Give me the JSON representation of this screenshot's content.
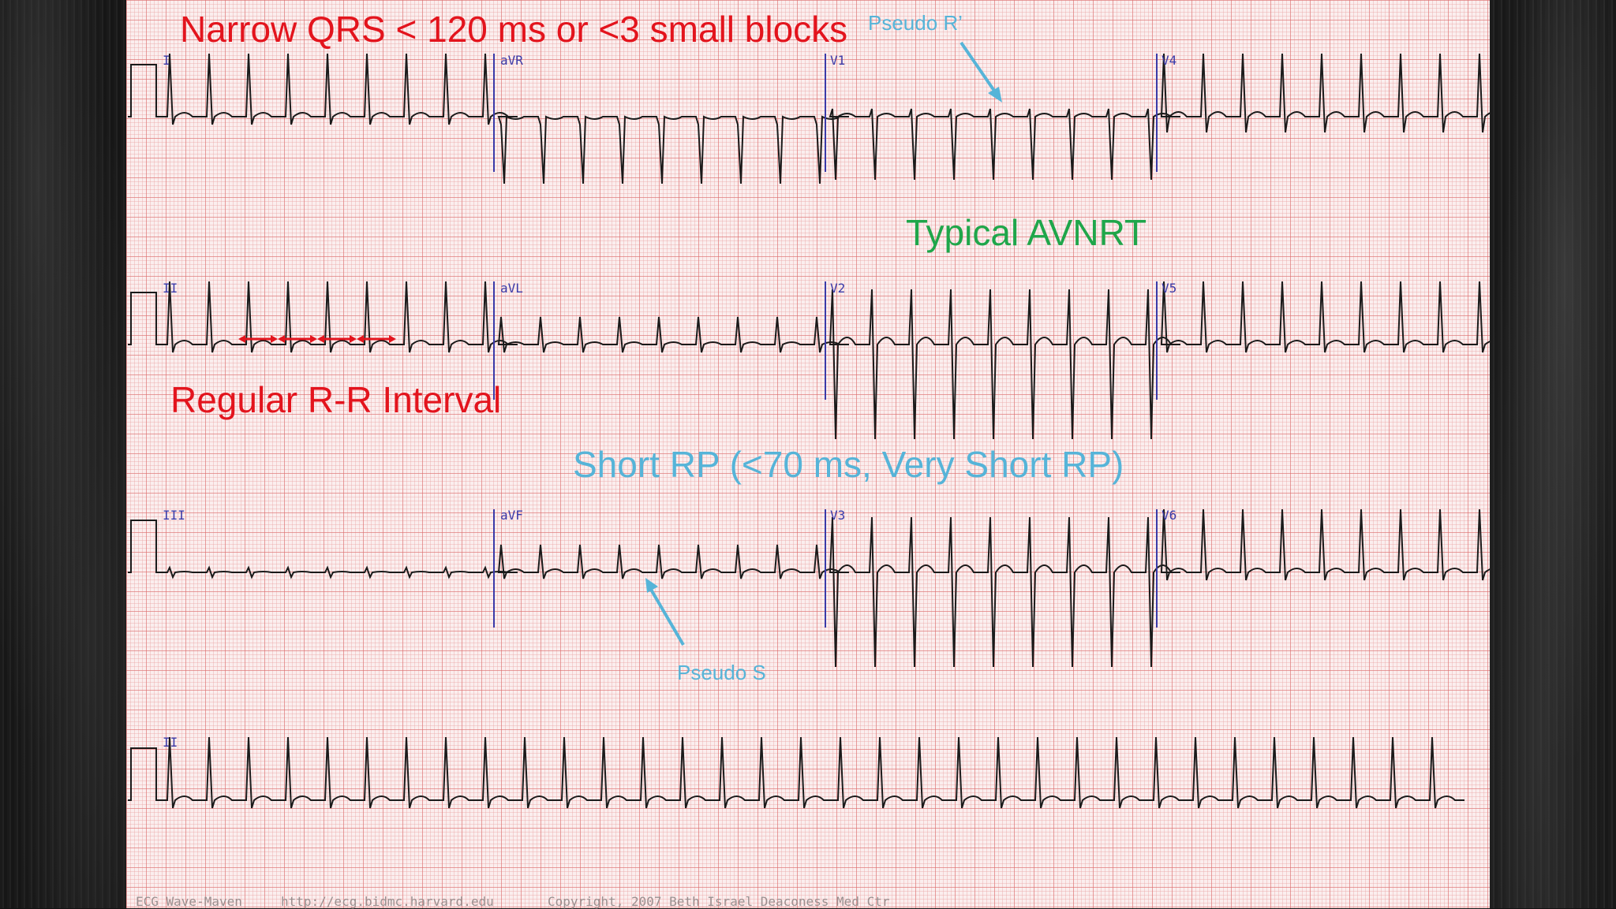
{
  "annotations": {
    "narrow_qrs": "Narrow QRS < 120 ms or <3 small blocks",
    "pseudo_r": "Pseudo R’",
    "typical_avnrt": "Typical AVNRT",
    "regular_rr": "Regular R-R Interval",
    "short_rp": "Short RP (<70 ms, Very Short RP)",
    "pseudo_s": "Pseudo S"
  },
  "leads": {
    "row1": [
      "I",
      "aVR",
      "V1",
      "V4"
    ],
    "row2": [
      "II",
      "aVL",
      "V2",
      "V5"
    ],
    "row3": [
      "III",
      "aVF",
      "V3",
      "V6"
    ],
    "rhythm": "II"
  },
  "footer": {
    "source": "ECG Wave-Maven",
    "url": "http://ecg.bidmc.harvard.edu",
    "copyright": "Copyright, 2007 Beth Israel Deaconess Med Ctr"
  },
  "colors": {
    "red_text": "#e3141d",
    "green_text": "#1fa64a",
    "blue_text": "#56b4d8",
    "trace": "#1a1a1a",
    "lead_label": "#3a3aa8"
  }
}
